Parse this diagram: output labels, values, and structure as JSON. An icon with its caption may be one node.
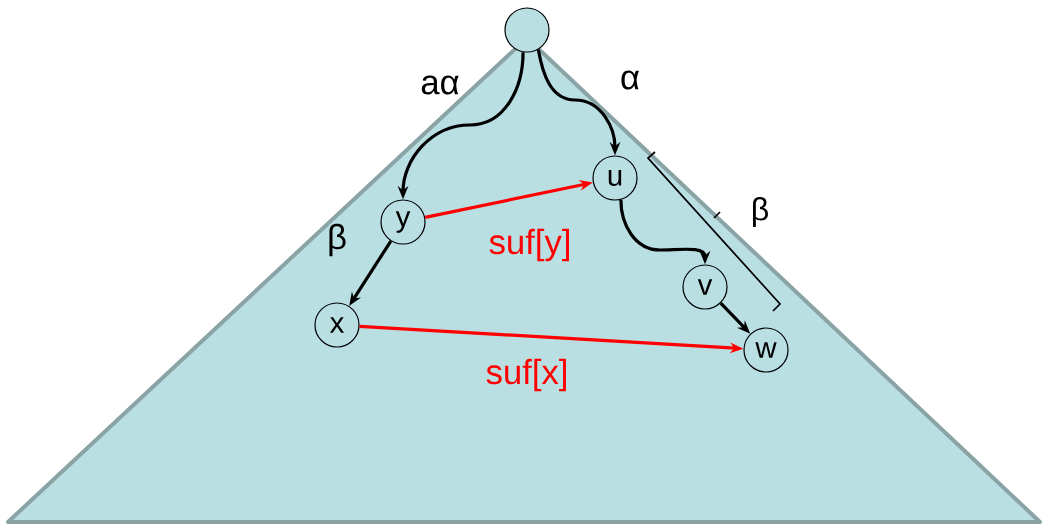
{
  "diagram": {
    "nodes": [
      {
        "text": [],
        "shape": "circle"
      },
      {
        "text": [
          "y"
        ]
      },
      {
        "text": [
          "u"
        ]
      },
      {
        "text": [
          "x"
        ]
      },
      {
        "text": [
          "v"
        ]
      },
      {
        "text": [
          "w"
        ]
      }
    ],
    "edges": [
      {
        "from": 0,
        "to": 1,
        "arrow": "to",
        "label": "aα"
      },
      {
        "from": 0,
        "to": 2,
        "arrow": "to",
        "label": "α"
      },
      {
        "from": 1,
        "to": 3,
        "arrow": "to",
        "label": "β"
      },
      {
        "from": 1,
        "to": 2,
        "arrow": "to",
        "label": "suf[y]",
        "color": "#ff0000"
      },
      {
        "from": 2,
        "to": 4,
        "arrow": "to"
      },
      {
        "from": 4,
        "to": 5,
        "arrow": "to"
      },
      {
        "from": 3,
        "to": 5,
        "arrow": "to",
        "label": "suf[x]",
        "color": "#ff0000"
      }
    ],
    "labels": [
      "β"
    ]
  }
}
